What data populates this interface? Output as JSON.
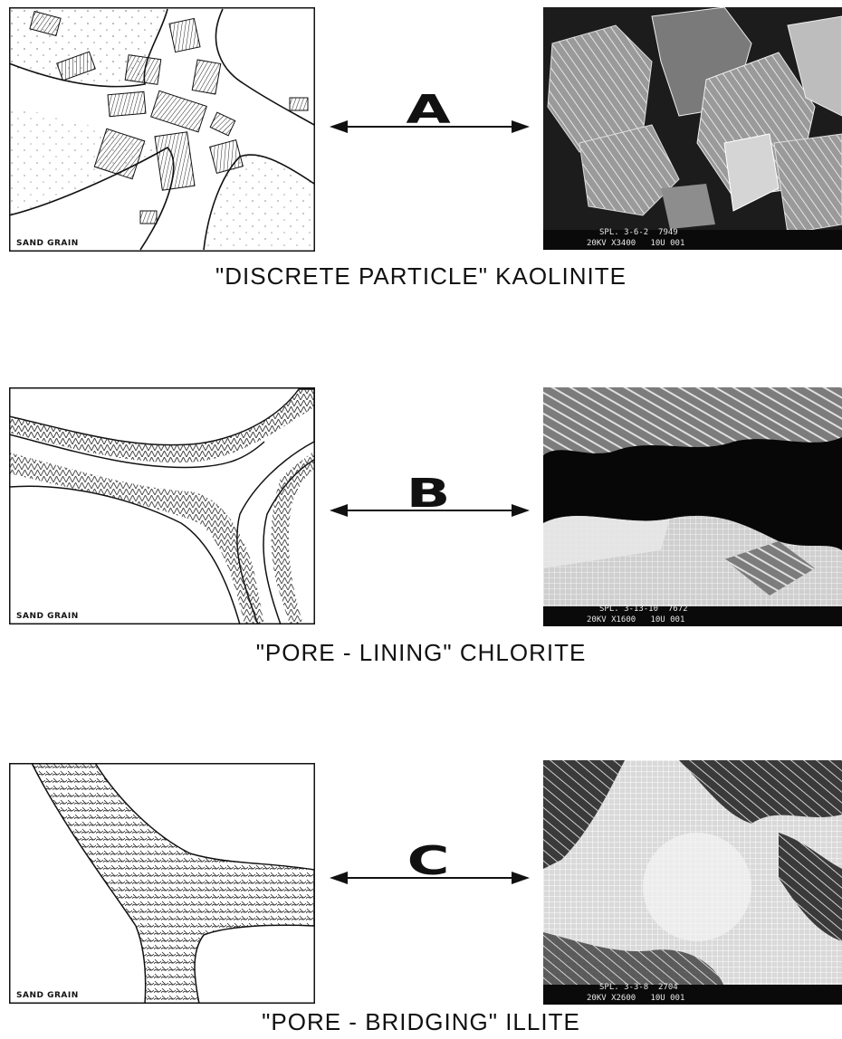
{
  "panels": [
    {
      "letter": "A",
      "caption": "\"DISCRETE   PARTICLE\"  KAOLINITE",
      "sketch_label": "SAND GRAIN",
      "sem_info": "SPL. 3-6-2  7949",
      "sem_params": "20KV X3400   10U 001"
    },
    {
      "letter": "B",
      "caption": "\"PORE  -  LINING\"  CHLORITE",
      "sketch_label": "SAND GRAIN",
      "sem_info": "SPL. 3-13-10  7672",
      "sem_params": "20KV X1600   10U 001"
    },
    {
      "letter": "C",
      "caption": "\"PORE  -  BRIDGING\"  ILLITE",
      "sketch_label": "SAND GRAIN",
      "sem_info": "SPL. 3-3-8  2704",
      "sem_params": "20KV X2600   10U 001"
    }
  ],
  "colors": {
    "ink": "#111111",
    "paper": "#ffffff",
    "sem_dark": "#111111"
  }
}
